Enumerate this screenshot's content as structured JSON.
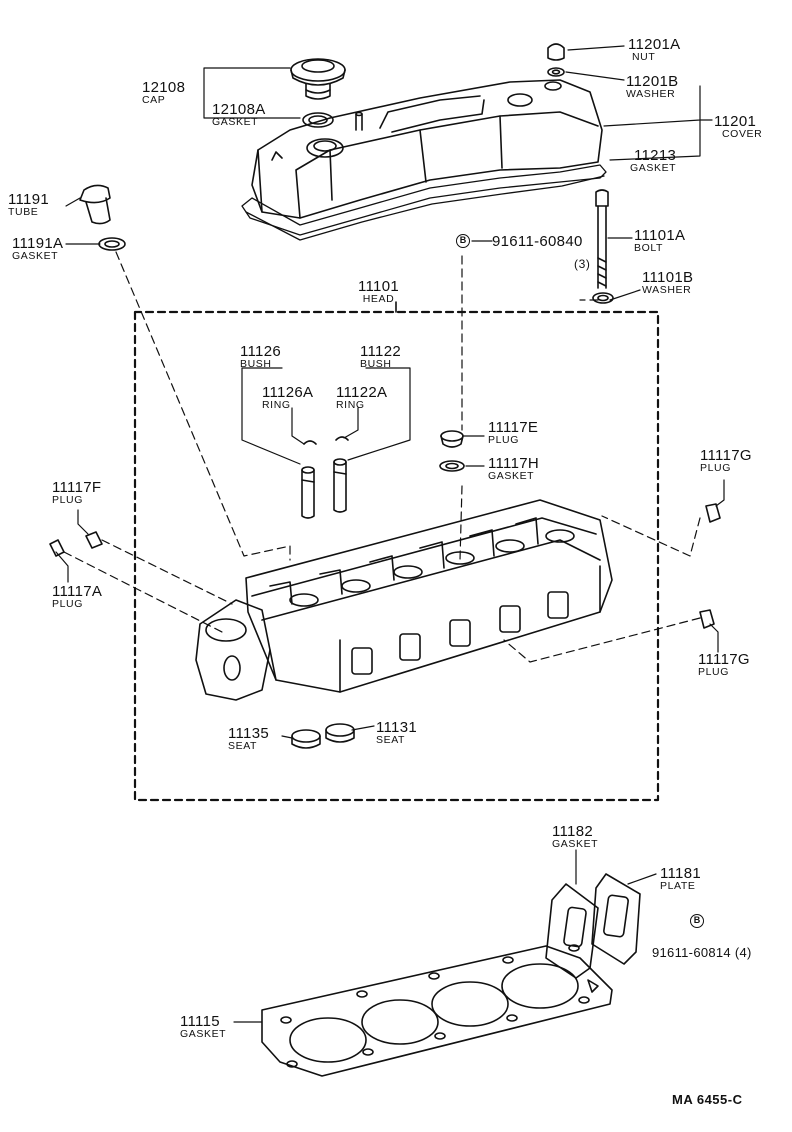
{
  "diagram_ref": "MA 6455-C",
  "bolt_marker": "B",
  "labels": {
    "nut": {
      "number": "11201A",
      "name": "NUT"
    },
    "washer_cover": {
      "number": "11201B",
      "name": "WASHER"
    },
    "cover": {
      "number": "11201",
      "name": "COVER"
    },
    "gasket_cover": {
      "number": "11213",
      "name": "GASKET"
    },
    "cap": {
      "number": "12108",
      "name": "CAP"
    },
    "gasket_cap": {
      "number": "12108A",
      "name": "GASKET"
    },
    "tube": {
      "number": "11191",
      "name": "TUBE"
    },
    "gasket_tube": {
      "number": "11191A",
      "name": "GASKET"
    },
    "bolt_ref": {
      "number": "91611-60840"
    },
    "bolt": {
      "number": "11101A",
      "name": "BOLT",
      "qty": "(3)"
    },
    "washer_bolt": {
      "number": "11101B",
      "name": "WASHER"
    },
    "head": {
      "number": "11101",
      "name": "HEAD"
    },
    "bush_a": {
      "number": "11126",
      "name": "BUSH"
    },
    "bush_b": {
      "number": "11122",
      "name": "BUSH"
    },
    "ring_a": {
      "number": "11126A",
      "name": "RING"
    },
    "ring_b": {
      "number": "11122A",
      "name": "RING"
    },
    "plug_e": {
      "number": "11117E",
      "name": "PLUG"
    },
    "gasket_h": {
      "number": "11117H",
      "name": "GASKET"
    },
    "plug_g_top": {
      "number": "11117G",
      "name": "PLUG"
    },
    "plug_f": {
      "number": "11117F",
      "name": "PLUG"
    },
    "plug_a": {
      "number": "11117A",
      "name": "PLUG"
    },
    "plug_g_bottom": {
      "number": "11117G",
      "name": "PLUG"
    },
    "seat_a": {
      "number": "11135",
      "name": "SEAT"
    },
    "seat_b": {
      "number": "11131",
      "name": "SEAT"
    },
    "gasket_plate": {
      "number": "11182",
      "name": "GASKET"
    },
    "plate": {
      "number": "11181",
      "name": "PLATE"
    },
    "plate_bolt_ref": {
      "number": "91611-60814 (4)"
    },
    "head_gasket": {
      "number": "11115",
      "name": "GASKET"
    }
  }
}
